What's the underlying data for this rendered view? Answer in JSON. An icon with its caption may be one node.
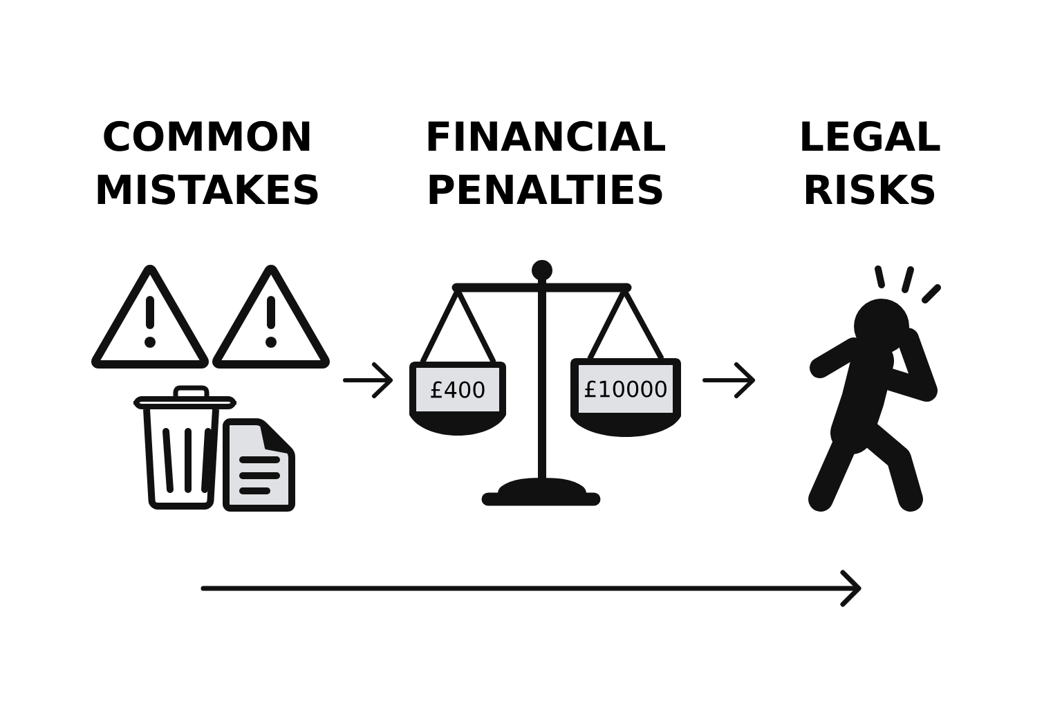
{
  "diagram": {
    "nodes": [
      {
        "text": [
          "COMMON MISTAKES"
        ]
      },
      {
        "text": [
          "FINANCIAL PENALTIES"
        ]
      },
      {
        "text": [
          "£400"
        ],
        "in": 1
      },
      {
        "text": [
          "£10000"
        ],
        "in": 1
      },
      {
        "text": [
          "LEGAL RISKS"
        ]
      }
    ],
    "edges": [
      {
        "from": 0,
        "to": 1,
        "arrow": "to"
      },
      {
        "from": 1,
        "to": 4,
        "arrow": "to"
      }
    ]
  }
}
